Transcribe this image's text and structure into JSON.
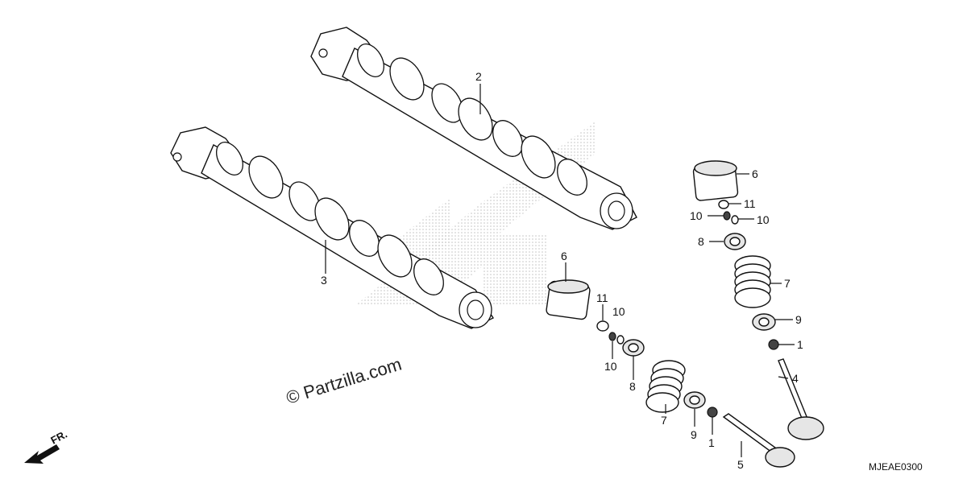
{
  "watermark": "© Partzilla.com",
  "diagram_code": "MJEAE0300",
  "front_arrow_label": "FR.",
  "callouts": {
    "c2": "2",
    "c3": "3",
    "c6a": "6",
    "c11a": "11",
    "c10a": "10",
    "c10b": "10",
    "c8a": "8",
    "c7a": "7",
    "c9a": "9",
    "c1a": "1",
    "c4": "4",
    "c6b": "6",
    "c11b": "11",
    "c10c": "10",
    "c10d": "10",
    "c8b": "8",
    "c7b": "7",
    "c9b": "9",
    "c1b": "1",
    "c5": "5"
  }
}
